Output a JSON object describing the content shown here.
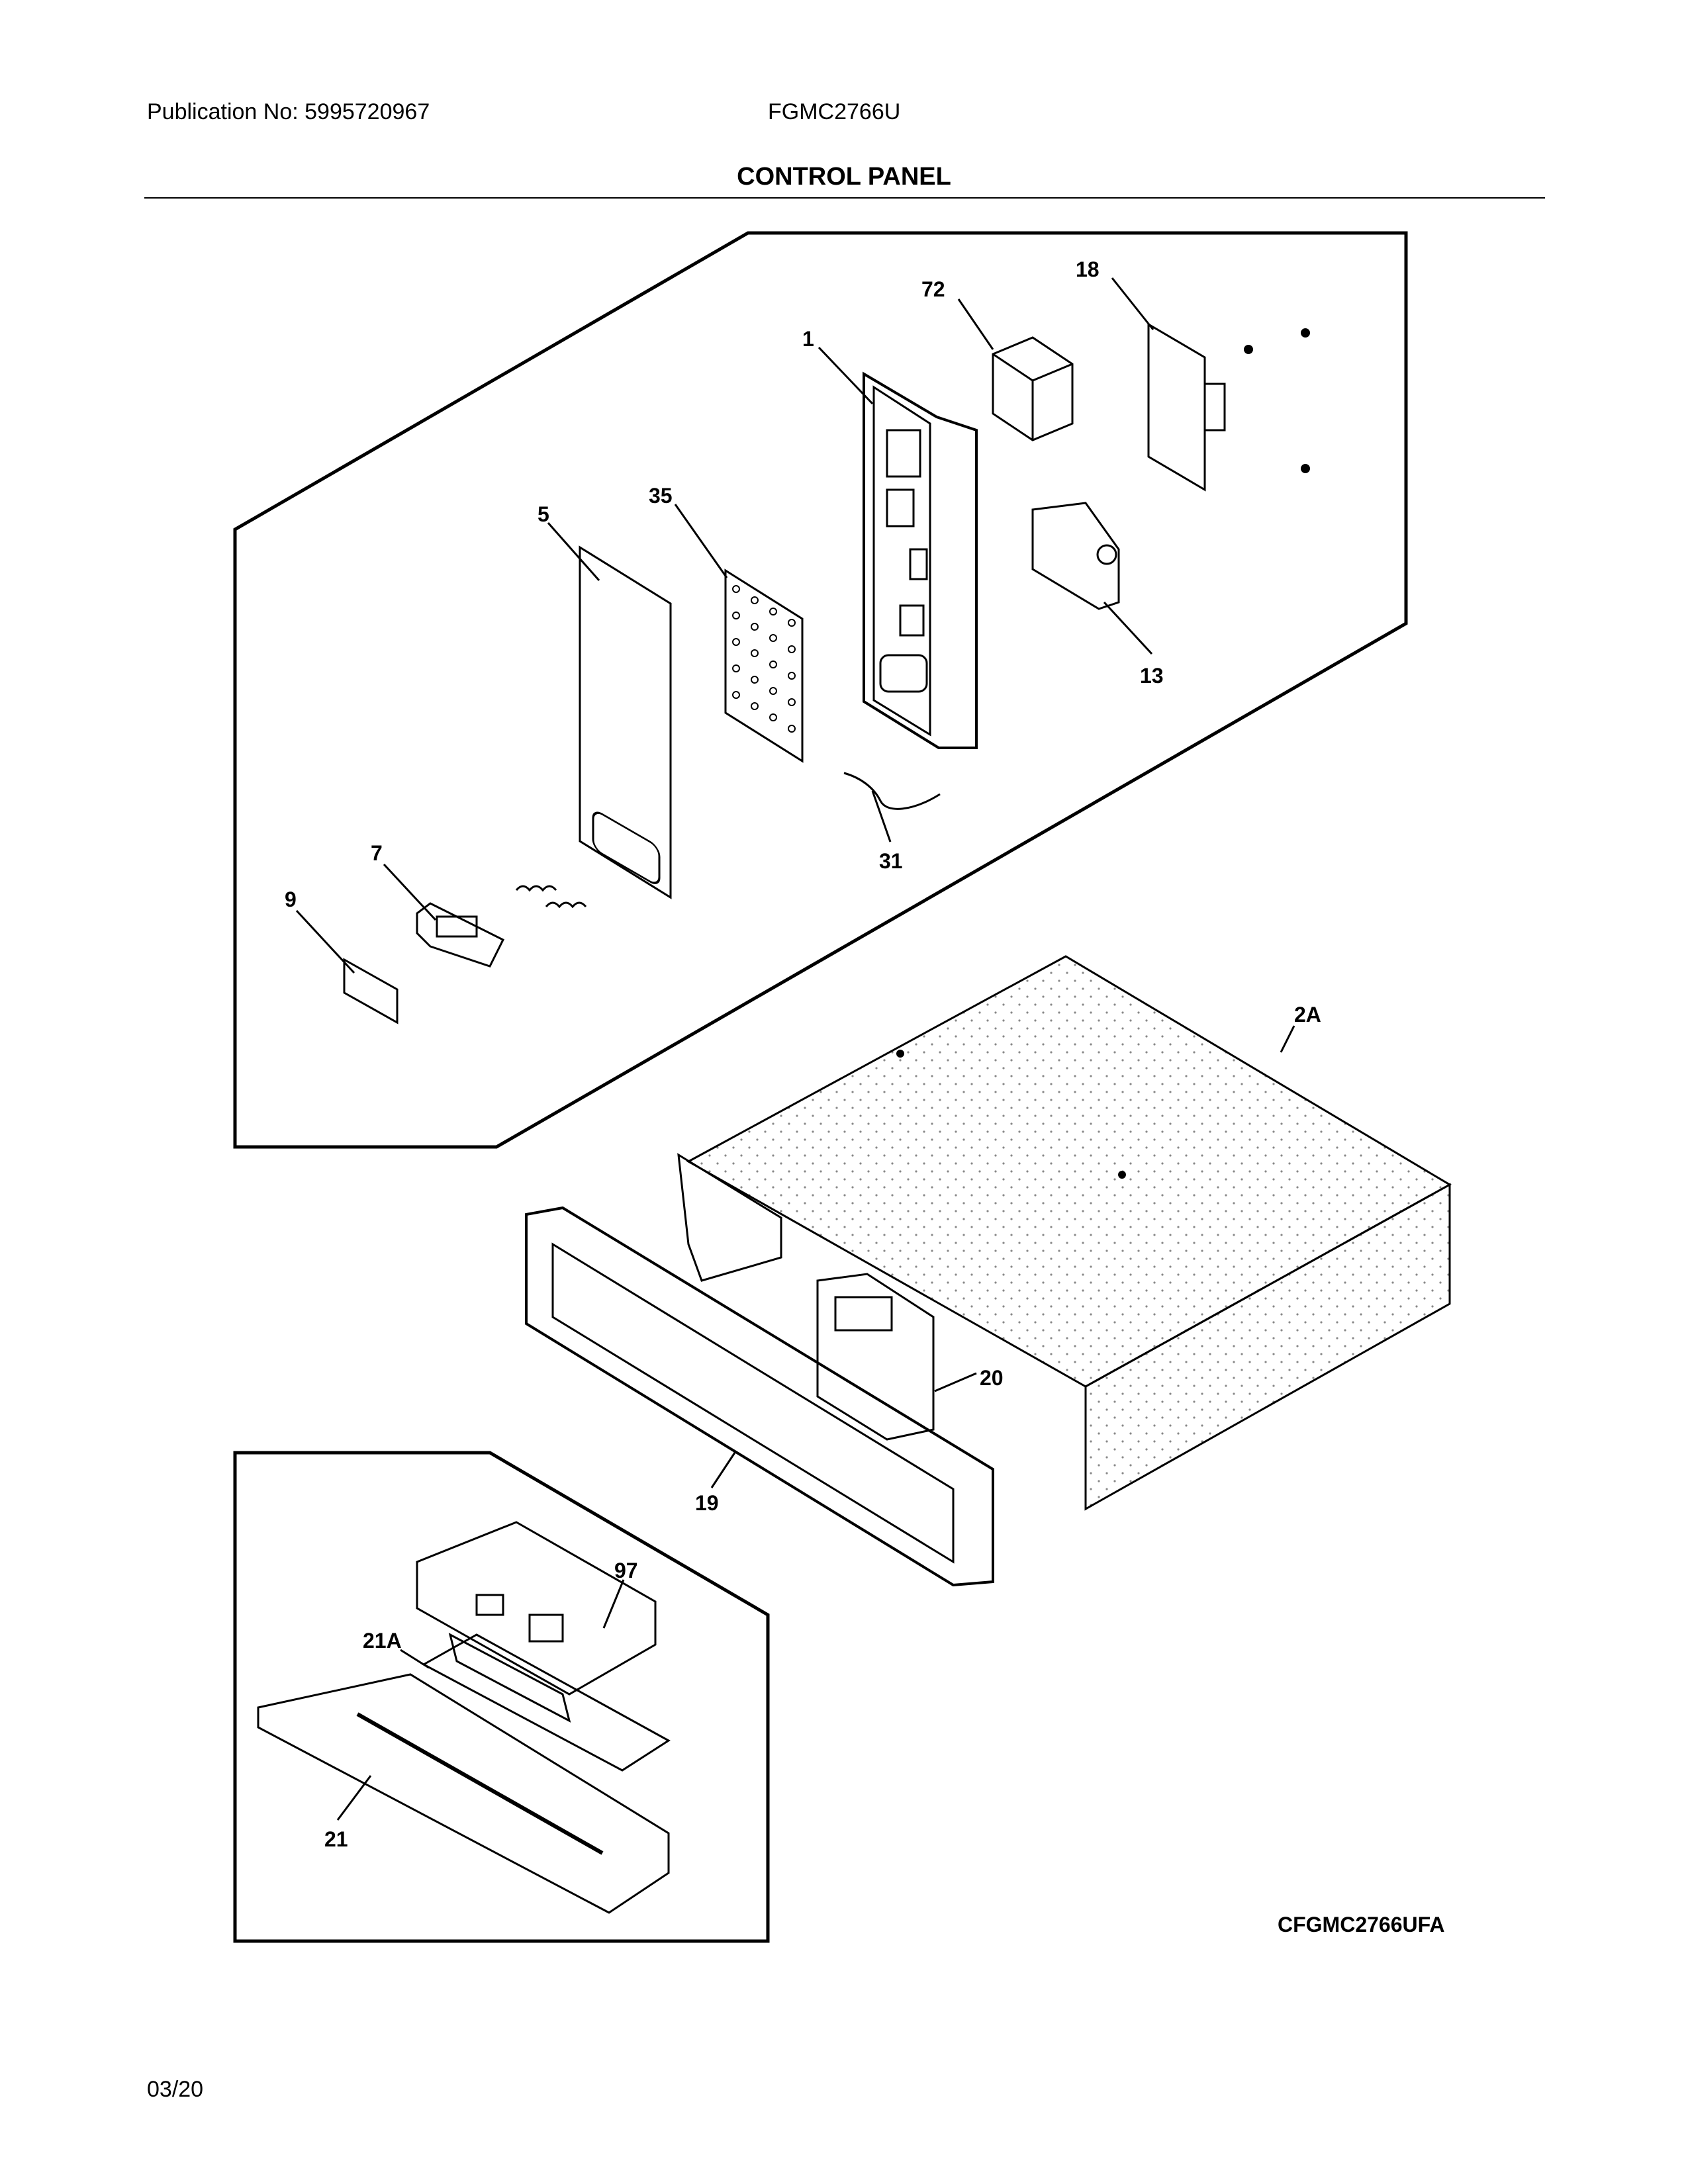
{
  "header": {
    "publication": "Publication No: 5995720967",
    "model": "FGMC2766U",
    "title": "CONTROL PANEL"
  },
  "callouts": {
    "c72": "72",
    "c18": "18",
    "c1": "1",
    "c5": "5",
    "c35": "35",
    "c13": "13",
    "c31": "31",
    "c7": "7",
    "c9": "9",
    "c2A": "2A",
    "c20": "20",
    "c19": "19",
    "c97": "97",
    "c21A": "21A",
    "c21": "21"
  },
  "footer": {
    "diagram_code": "CFGMC2766UFA",
    "date": "03/20"
  }
}
